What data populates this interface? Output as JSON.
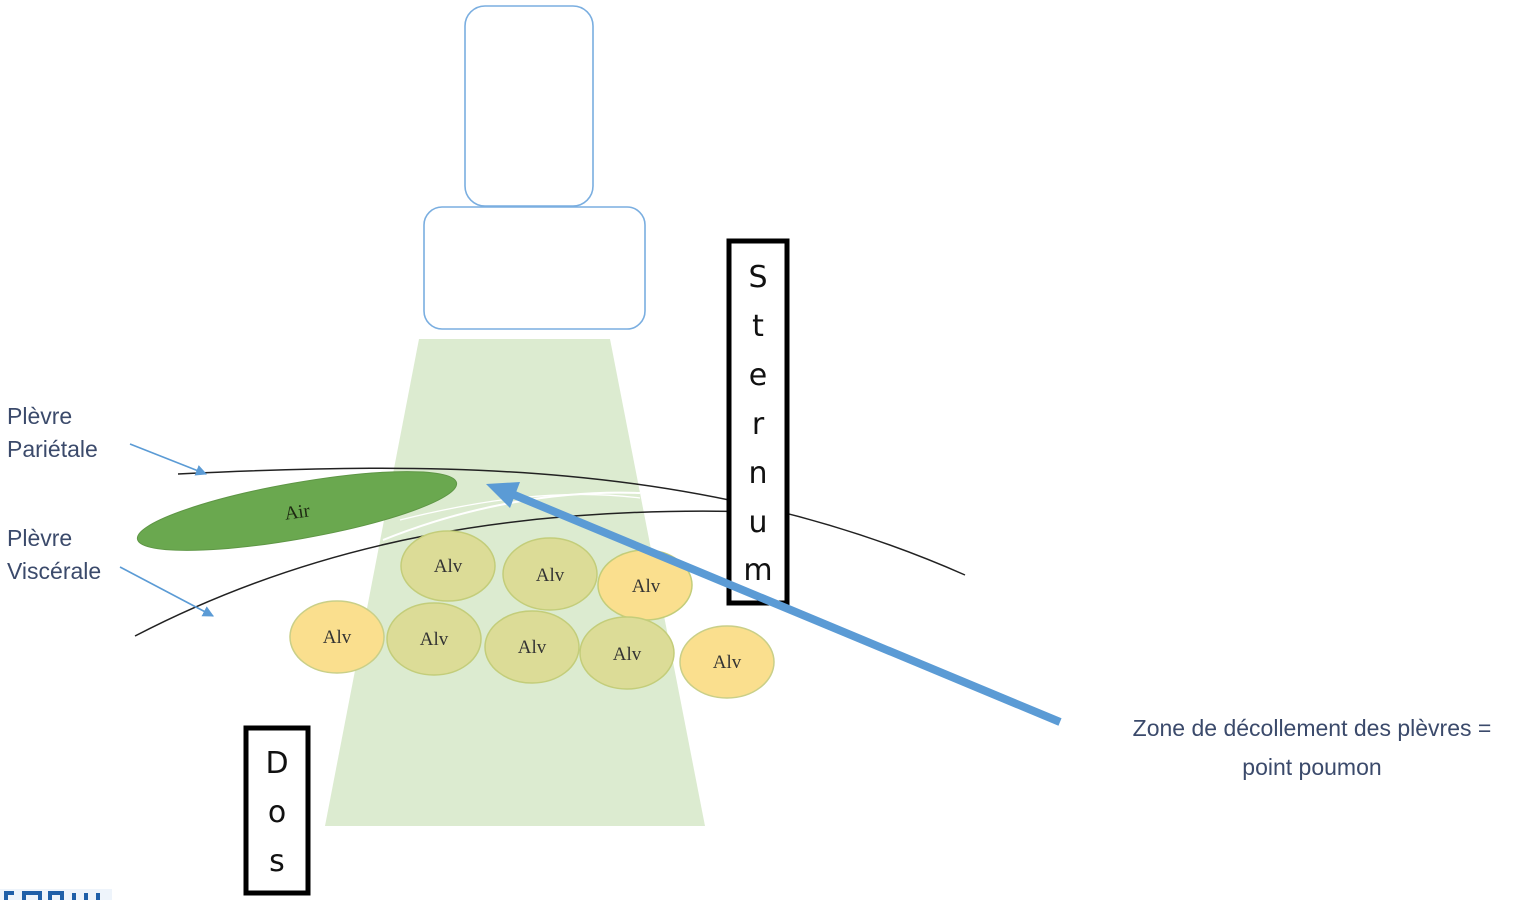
{
  "labels": {
    "plevre_parietale": [
      "Plèvre",
      "Pariétale"
    ],
    "plevre_viscerale": [
      "Plèvre",
      "Viscérale"
    ],
    "air": "Air",
    "alv": "Alv",
    "sternum": [
      "S",
      "t",
      "e",
      "r",
      "n",
      "u",
      "m"
    ],
    "dos": [
      "D",
      "o",
      "s"
    ],
    "zone": [
      "Zone de décollement des plèvres =",
      "point poumon"
    ]
  },
  "colors": {
    "probe_stroke": "#7aaee0",
    "beam_fill": "#dcebd0",
    "air_fill": "#6aa84f",
    "alv_green": "#dcdc97",
    "alv_yellow": "#fadf8e",
    "arrow_blue": "#5b9bd5",
    "text_blue": "#3b4a6b"
  }
}
